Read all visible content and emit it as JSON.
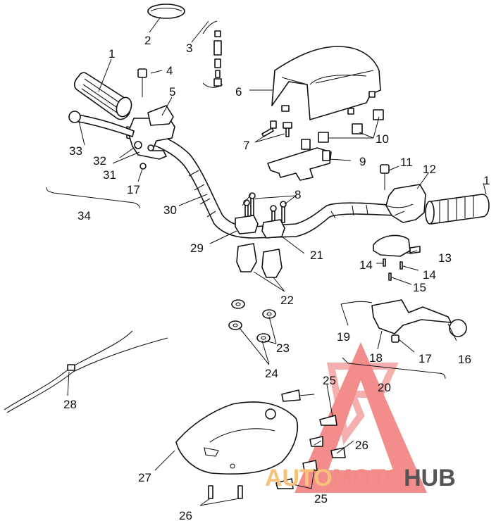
{
  "callouts": [
    {
      "id": "c1",
      "text": "1"
    },
    {
      "id": "c1b",
      "text": "1"
    },
    {
      "id": "c2",
      "text": "2"
    },
    {
      "id": "c3",
      "text": "3"
    },
    {
      "id": "c4",
      "text": "4"
    },
    {
      "id": "c5",
      "text": "5"
    },
    {
      "id": "c6",
      "text": "6"
    },
    {
      "id": "c7",
      "text": "7"
    },
    {
      "id": "c8",
      "text": "8"
    },
    {
      "id": "c9",
      "text": "9"
    },
    {
      "id": "c10",
      "text": "10"
    },
    {
      "id": "c11",
      "text": "11"
    },
    {
      "id": "c12",
      "text": "12"
    },
    {
      "id": "c13",
      "text": "13"
    },
    {
      "id": "c14a",
      "text": "14"
    },
    {
      "id": "c14b",
      "text": "14"
    },
    {
      "id": "c15",
      "text": "15"
    },
    {
      "id": "c16",
      "text": "16"
    },
    {
      "id": "c17a",
      "text": "17"
    },
    {
      "id": "c17b",
      "text": "17"
    },
    {
      "id": "c18",
      "text": "18"
    },
    {
      "id": "c19",
      "text": "19"
    },
    {
      "id": "c20",
      "text": "20"
    },
    {
      "id": "c21",
      "text": "21"
    },
    {
      "id": "c22",
      "text": "22"
    },
    {
      "id": "c23",
      "text": "23"
    },
    {
      "id": "c24",
      "text": "24"
    },
    {
      "id": "c25a",
      "text": "25"
    },
    {
      "id": "c25b",
      "text": "25"
    },
    {
      "id": "c26a",
      "text": "26"
    },
    {
      "id": "c26b",
      "text": "26"
    },
    {
      "id": "c27",
      "text": "27"
    },
    {
      "id": "c28",
      "text": "28"
    },
    {
      "id": "c29",
      "text": "29"
    },
    {
      "id": "c30",
      "text": "30"
    },
    {
      "id": "c31",
      "text": "31"
    },
    {
      "id": "c32",
      "text": "32"
    },
    {
      "id": "c33",
      "text": "33"
    },
    {
      "id": "c34",
      "text": "34"
    }
  ],
  "watermark": {
    "part1": "AUTO",
    "part2": "MOTO",
    "part3": "HUB",
    "color_auto": "#f6c27a",
    "color_moto": "#f28a85",
    "color_hub": "#555555",
    "logo_color": "#f07a78"
  }
}
